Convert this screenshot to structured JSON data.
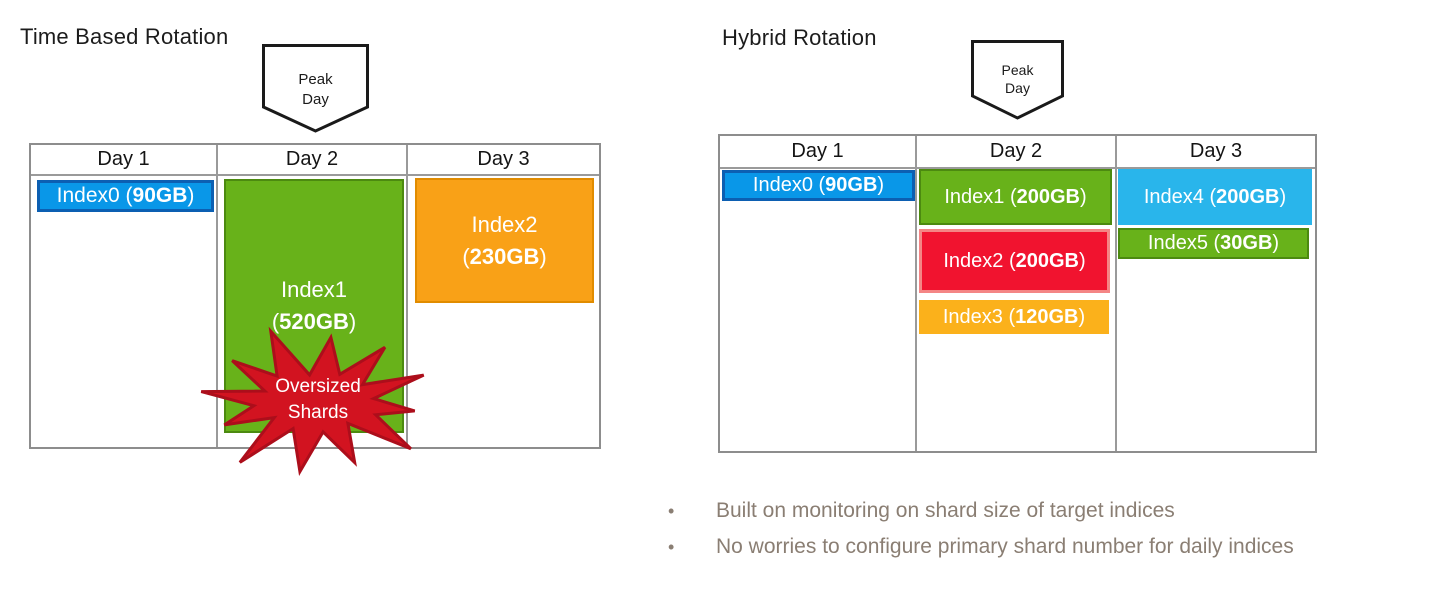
{
  "left_panel": {
    "title": "Time Based Rotation",
    "peak_label": {
      "line1": "Peak",
      "line2": "Day"
    },
    "table": {
      "columns": [
        "Day 1",
        "Day 2",
        "Day 3"
      ],
      "boxes": {
        "index0": {
          "label": "Index0 (90GB)",
          "bold": "90GB",
          "two_line": false,
          "fill": "#0997E8",
          "border": "#0C5FB2"
        },
        "index1": {
          "label": "Index1 (520GB)",
          "bold": "520GB",
          "two_line": true,
          "fill": "#68B21A",
          "border": "#4C8A10"
        },
        "index2": {
          "label": "Index2 (230GB)",
          "bold": "230GB",
          "two_line": true,
          "fill": "#F9A117",
          "border": "#E18C00"
        }
      }
    },
    "warning": {
      "line1": "Oversized",
      "line2": "Shards",
      "fill": "#D21320",
      "stroke": "#AC0E1B"
    }
  },
  "right_panel": {
    "title": "Hybrid Rotation",
    "peak_label": {
      "line1": "Peak",
      "line2": "Day"
    },
    "table": {
      "columns": [
        "Day 1",
        "Day 2",
        "Day 3"
      ],
      "boxes": {
        "index0": {
          "label": "Index0 (90GB)",
          "bold": "90GB",
          "two_line": false,
          "fill": "#0997E8",
          "border": "#0C5FB2"
        },
        "index1": {
          "label": "Index1 (200GB)",
          "bold": "200GB",
          "two_line": false,
          "fill": "#68B21A",
          "border": "#4C8A10"
        },
        "index2": {
          "label": "Index2 (200GB)",
          "bold": "200GB",
          "two_line": false,
          "fill": "#F1132F",
          "border": "#F48585"
        },
        "index3": {
          "label": "Index3 (120GB)",
          "bold": "120GB",
          "two_line": false,
          "fill": "#FBB11B",
          "border": "#FBB11B"
        },
        "index4": {
          "label": "Index4 (200GB)",
          "bold": "200GB",
          "two_line": false,
          "fill": "#29B5EB",
          "border": "#29B5EB"
        },
        "index5": {
          "label": "Index5 (30GB)",
          "bold": "30GB",
          "two_line": false,
          "fill": "#68B21A",
          "border": "#4C8A10"
        }
      }
    }
  },
  "bullets": {
    "marker": "•",
    "items": [
      "Built on monitoring on shard size of target indices",
      "No worries to configure primary shard number for daily indices"
    ]
  }
}
